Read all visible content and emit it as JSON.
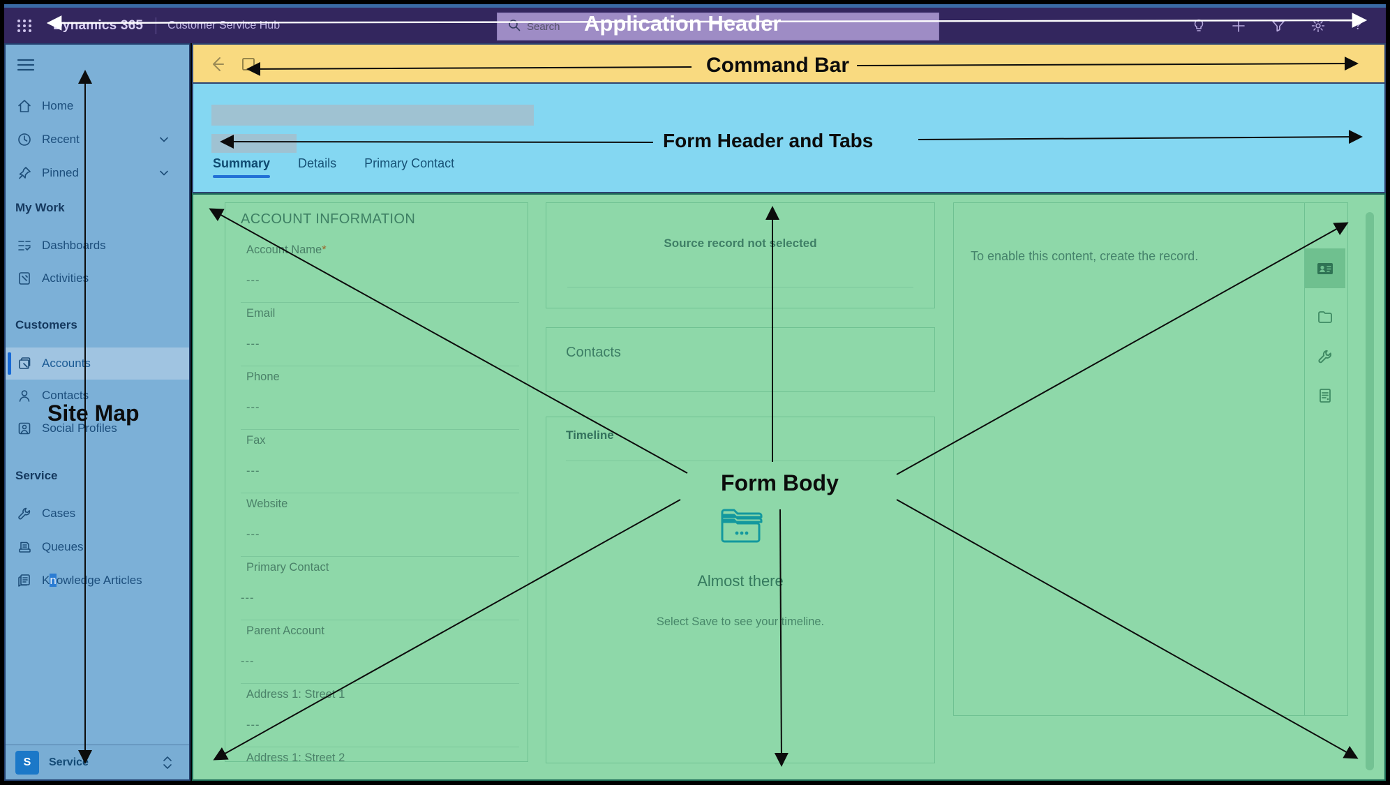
{
  "app_header": {
    "brand": "Dynamics 365",
    "app_name": "Customer Service Hub",
    "search_placeholder": "Search",
    "icons": [
      "app-launcher-icon",
      "lightbulb-icon",
      "add-icon",
      "filter-icon",
      "settings-icon",
      "help-icon"
    ],
    "help_glyph": "?"
  },
  "annotations": {
    "application_header": "Application Header",
    "command_bar": "Command Bar",
    "form_header_tabs": "Form Header and Tabs",
    "site_map": "Site Map",
    "form_body": "Form Body"
  },
  "sitemap": {
    "top_items": [
      {
        "label": "Home"
      },
      {
        "label": "Recent",
        "chevron": "down"
      },
      {
        "label": "Pinned",
        "chevron": "down"
      }
    ],
    "sections": [
      {
        "title": "My Work",
        "items": [
          {
            "label": "Dashboards"
          },
          {
            "label": "Activities"
          }
        ]
      },
      {
        "title": "Customers",
        "items": [
          {
            "label": "Accounts",
            "active": true
          },
          {
            "label": "Contacts"
          },
          {
            "label": "Social Profiles"
          }
        ]
      },
      {
        "title": "Service",
        "items": [
          {
            "label": "Cases"
          },
          {
            "label": "Queues"
          },
          {
            "label": "Knowledge Articles",
            "label_pre": "K",
            "label_selected": "n",
            "label_post": "owledge Articles"
          }
        ]
      }
    ],
    "footer": {
      "initial": "S",
      "label": "Service"
    }
  },
  "form_header": {
    "tabs": [
      {
        "label": "Summary",
        "active": true
      },
      {
        "label": "Details"
      },
      {
        "label": "Primary Contact"
      }
    ]
  },
  "form_body": {
    "account_info": {
      "title": "ACCOUNT INFORMATION",
      "fields": [
        {
          "label": "Account Name",
          "required": "*",
          "value": "---"
        },
        {
          "label": "Email",
          "value": "---"
        },
        {
          "label": "Phone",
          "value": "---"
        },
        {
          "label": "Fax",
          "value": "---"
        },
        {
          "label": "Website",
          "value": "---"
        },
        {
          "label": "Primary Contact",
          "value": "---"
        },
        {
          "label": "Parent Account",
          "value": "---"
        },
        {
          "label": "Address 1: Street 1",
          "value": "---"
        },
        {
          "label": "Address 1: Street 2",
          "value": "---"
        }
      ]
    },
    "source_card": {
      "text": "Source record not selected"
    },
    "contacts_card": {
      "title": "Contacts"
    },
    "timeline_card": {
      "title": "Timeline",
      "empty_title": "Almost there",
      "empty_hint": "Select Save to see your timeline."
    },
    "related_card": {
      "text": "To enable this content, create the record."
    }
  },
  "colors": {
    "app_header_overlay": "#33265E",
    "command_bar_overlay": "#F9DA80",
    "form_header_overlay": "#84D7F2",
    "sitemap_overlay": "#7CB0D7",
    "form_body_overlay": "#8ED8A9",
    "tab_accent_blue": "#2270D6",
    "selection_blue": "#2B7CD3",
    "footer_badge_blue": "#1B78C8",
    "timeline_icon_teal": "#13989E"
  }
}
